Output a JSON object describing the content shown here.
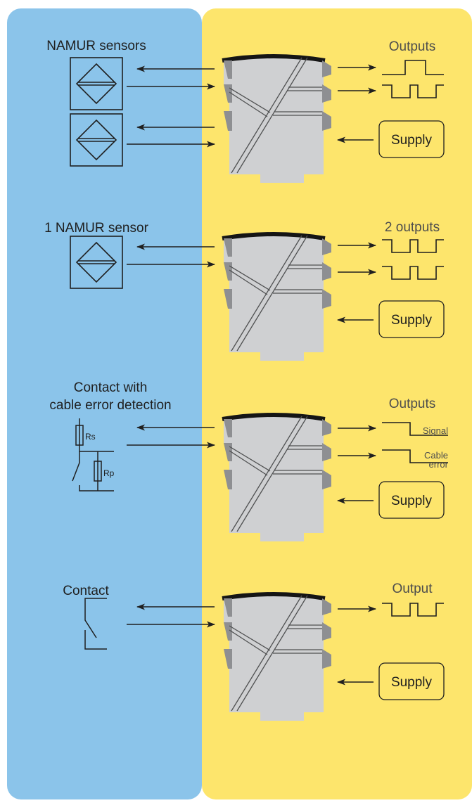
{
  "colors": {
    "left_panel": "#8bc4ea",
    "right_panel": "#fde56c",
    "module_body": "#cfd0d2",
    "module_tab": "#8e8f92",
    "outline": "#4f5051",
    "line": "#1f1f1f",
    "text": "#1f1f1f",
    "output_label": "#4d4d4d"
  },
  "sections": [
    {
      "sensor_label": "NAMUR sensors",
      "output_label": "Outputs",
      "supply_label": "Supply",
      "sensor_icons": [
        "namur-sensor-icon",
        "namur-sensor-icon"
      ],
      "output_signals": [
        "step-high-signal-icon",
        "square-wave-signal-icon"
      ]
    },
    {
      "sensor_label": "1 NAMUR sensor",
      "output_label": "2 outputs",
      "supply_label": "Supply",
      "sensor_icons": [
        "namur-sensor-icon"
      ],
      "output_signals": [
        "square-wave-signal-icon",
        "square-wave-signal-icon"
      ]
    },
    {
      "sensor_label_lines": [
        "Contact with",
        "cable error detection"
      ],
      "output_label": "Outputs",
      "supply_label": "Supply",
      "sensor_icons": [
        "contact-with-resistors-icon"
      ],
      "resistor_labels": [
        "Rs",
        "Rp"
      ],
      "output_signals": [
        "step-low-signal-icon",
        "step-low-signal-icon"
      ],
      "output_signal_labels": [
        "Signal",
        "Cable",
        "error"
      ]
    },
    {
      "sensor_label": "Contact",
      "output_label": "Output",
      "supply_label": "Supply",
      "sensor_icons": [
        "contact-switch-icon"
      ],
      "output_signals": [
        "square-wave-signal-icon"
      ]
    }
  ]
}
